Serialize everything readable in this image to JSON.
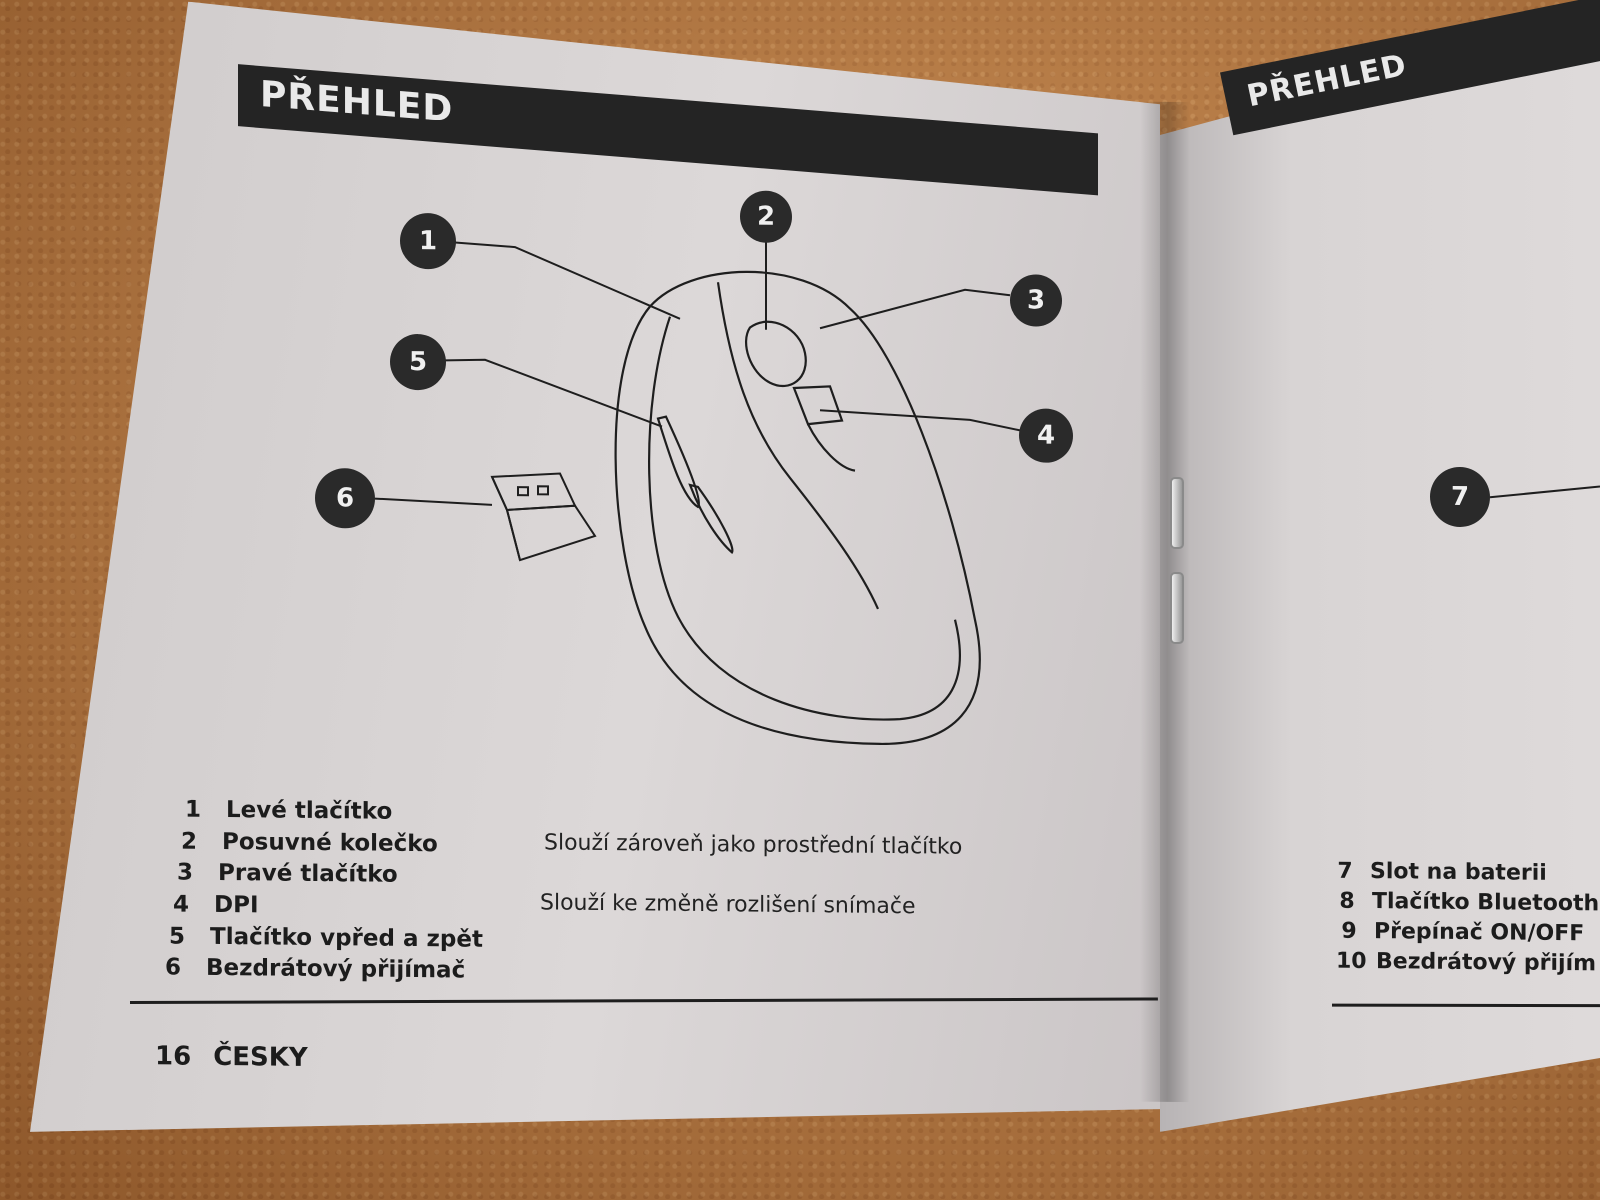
{
  "left_page": {
    "header": "PŘEHLED",
    "callouts": [
      "1",
      "2",
      "3",
      "4",
      "5",
      "6"
    ],
    "legend": [
      {
        "num": "1",
        "label": "Levé tlačítko",
        "note": ""
      },
      {
        "num": "2",
        "label": "Posuvné kolečko",
        "note": "Slouží zároveň jako prostřední tlačítko"
      },
      {
        "num": "3",
        "label": "Pravé tlačítko",
        "note": ""
      },
      {
        "num": "4",
        "label": "DPI",
        "note": "Slouží ke změně rozlišení snímače"
      },
      {
        "num": "5",
        "label": "Tlačítko vpřed a zpět",
        "note": ""
      },
      {
        "num": "6",
        "label": "Bezdrátový přijímač",
        "note": ""
      }
    ],
    "footer": {
      "page_number": "16",
      "language": "ČESKY"
    }
  },
  "right_page": {
    "header": "PŘEHLED",
    "callouts": [
      "7"
    ],
    "legend": [
      {
        "num": "7",
        "label": "Slot na baterii"
      },
      {
        "num": "8",
        "label": "Tlačítko Bluetooth"
      },
      {
        "num": "9",
        "label": "Přepínač ON/OFF"
      },
      {
        "num": "10",
        "label": "Bezdrátový přijím"
      }
    ]
  }
}
